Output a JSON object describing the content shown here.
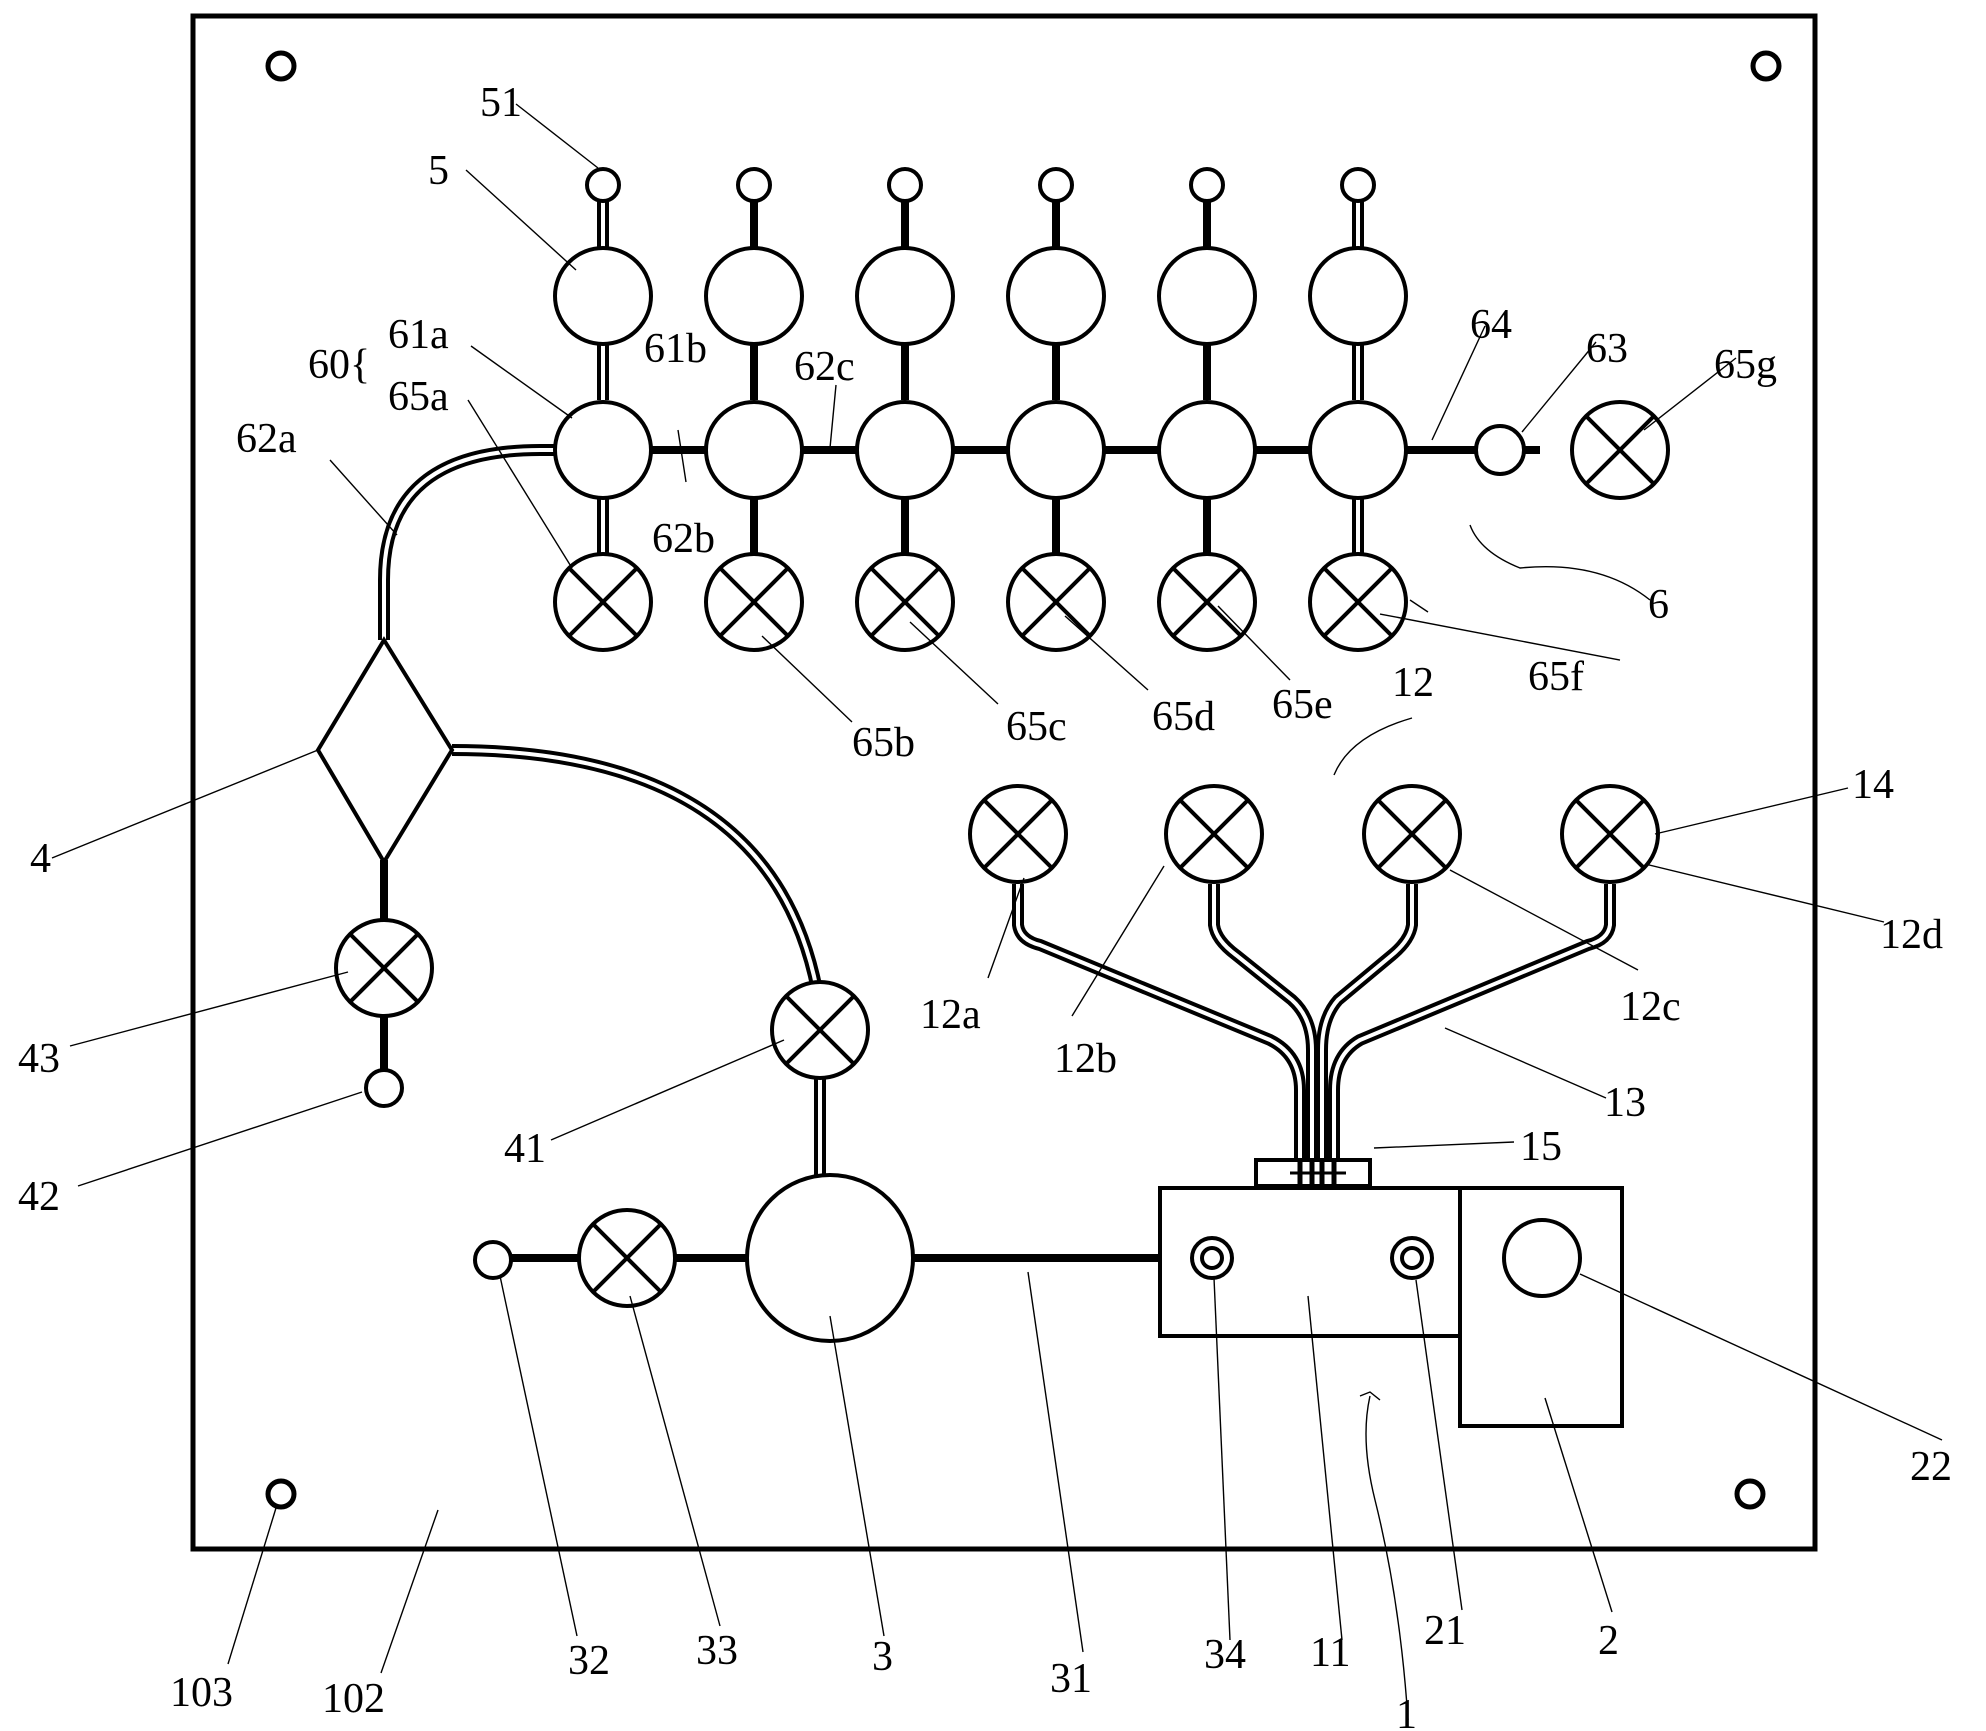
{
  "labels": {
    "l51": "51",
    "l5": "5",
    "l60": "60{",
    "l61a": "61a",
    "l65a": "65a",
    "l61b": "61b",
    "l62c": "62c",
    "l64": "64",
    "l63": "63",
    "l65g": "65g",
    "l62a": "62a",
    "l62b": "62b",
    "l6": "6",
    "l65f": "65f",
    "l65b": "65b",
    "l65c": "65c",
    "l65d": "65d",
    "l65e": "65e",
    "l12": "12",
    "l14": "14",
    "l12d": "12d",
    "l4": "4",
    "l12a": "12a",
    "l12b": "12b",
    "l12c": "12c",
    "l43": "43",
    "l13": "13",
    "l41": "41",
    "l42": "42",
    "l15": "15",
    "l22": "22",
    "l2": "2",
    "l103": "103",
    "l102": "102",
    "l32": "32",
    "l33": "33",
    "l3": "3",
    "l31": "31",
    "l34": "34",
    "l11": "11",
    "l1": "1",
    "l21": "21"
  }
}
